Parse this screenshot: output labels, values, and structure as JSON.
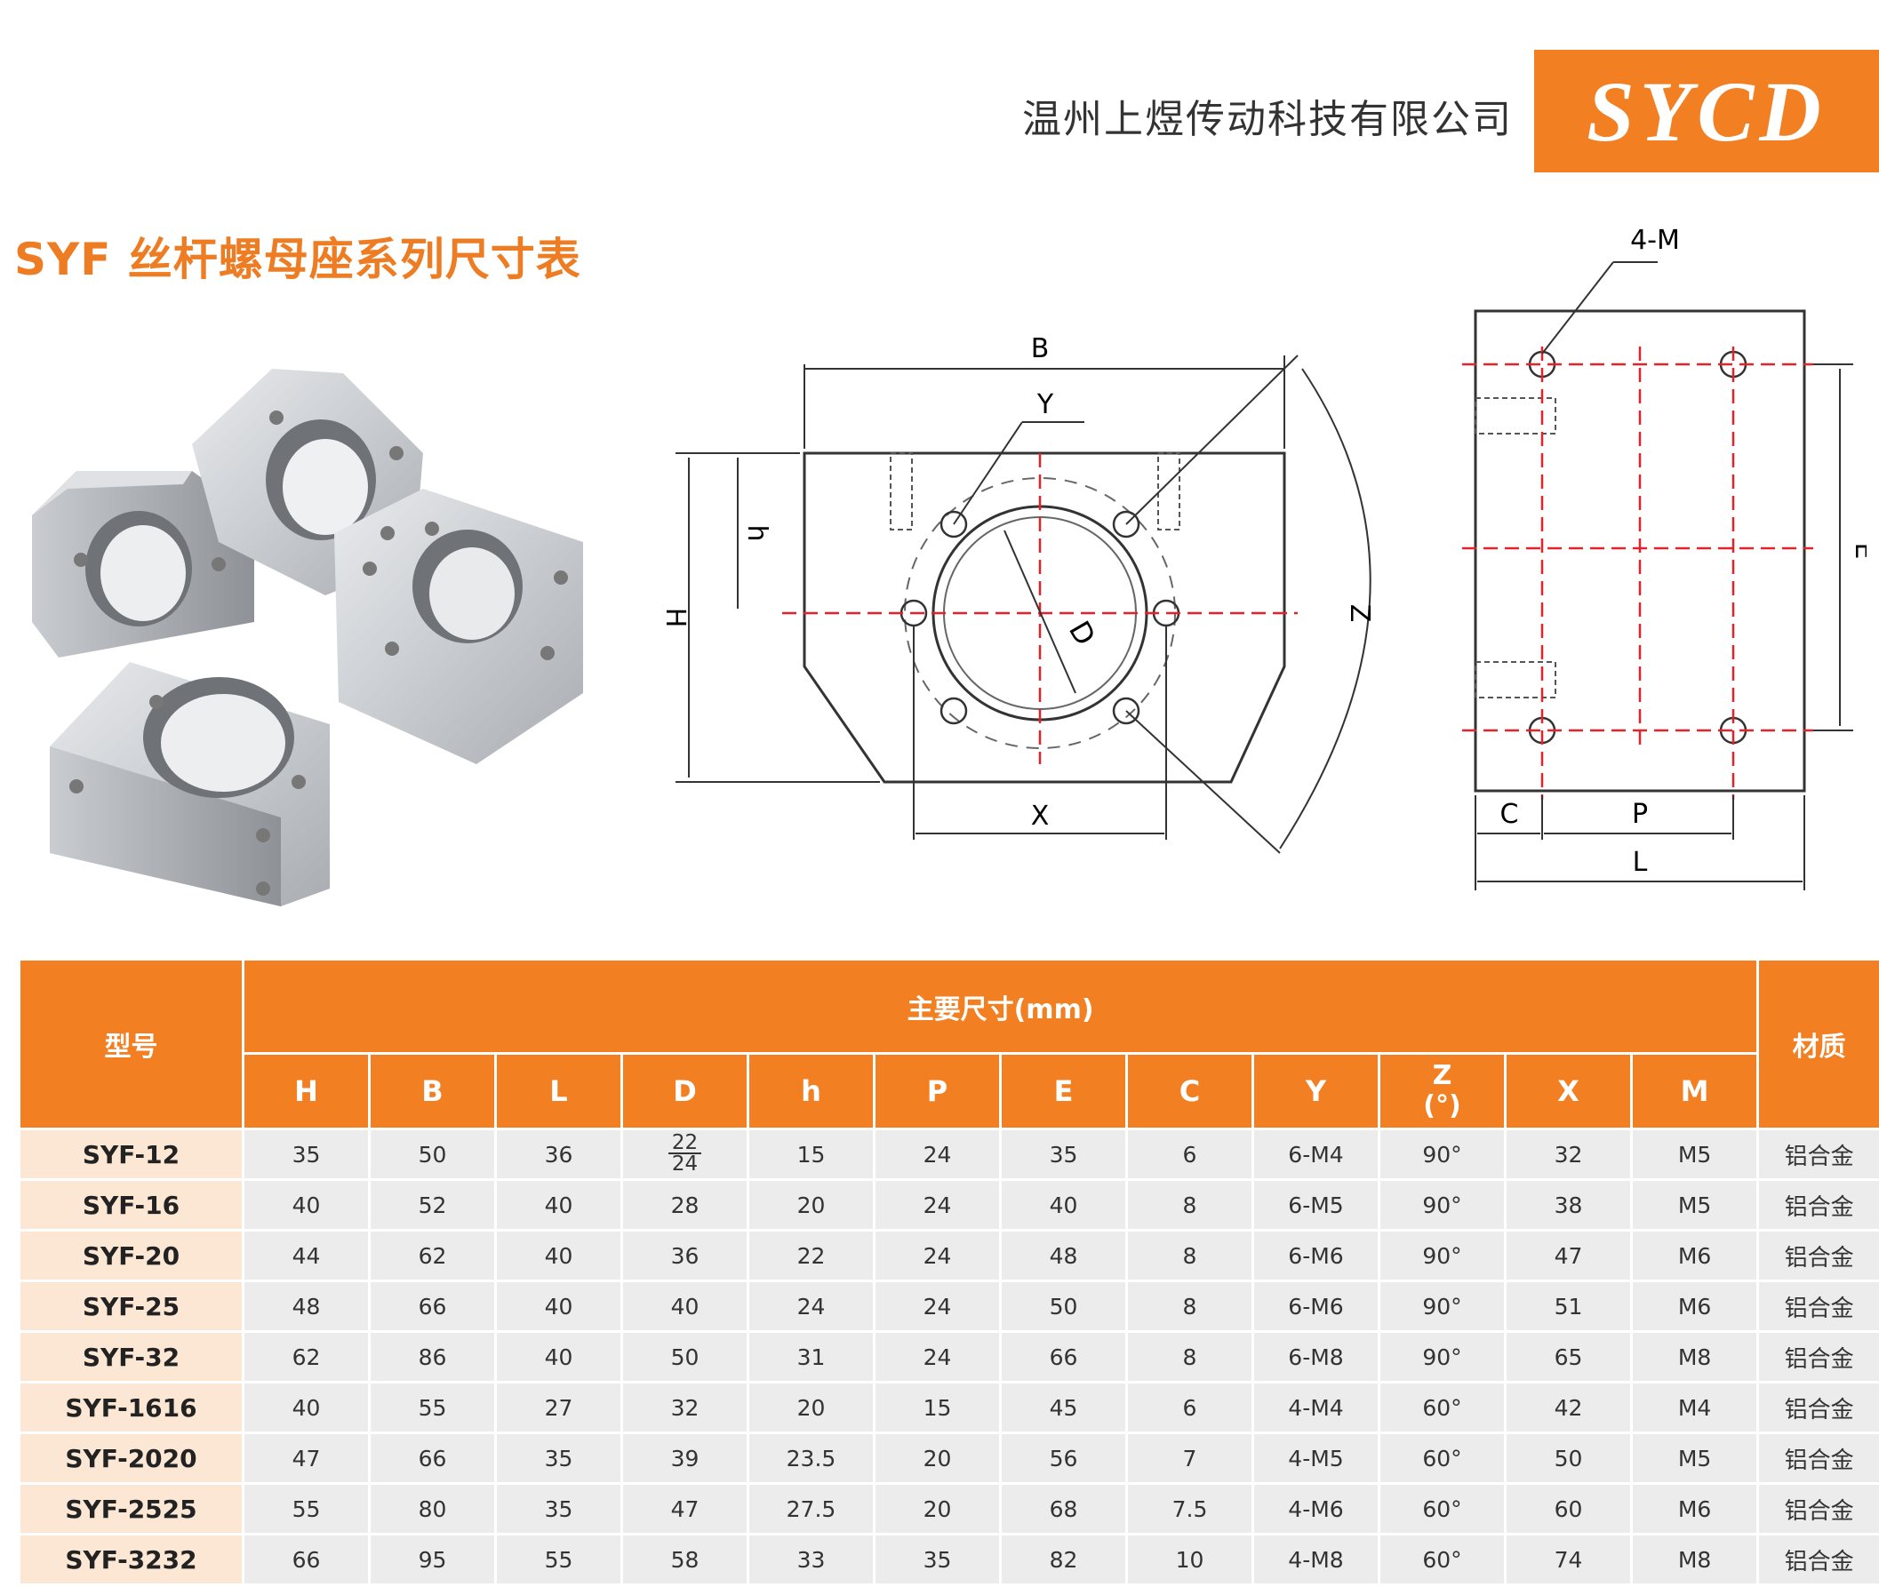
{
  "header": {
    "company": "温州上煜传动科技有限公司",
    "logo_text": "SYCD",
    "brand_color": "#f28023"
  },
  "title": "SYF 丝杆螺母座系列尺寸表",
  "drawing_labels": {
    "front": {
      "B": "B",
      "Y": "Y",
      "h": "h",
      "H": "H",
      "D": "D",
      "Z": "Z",
      "X": "X"
    },
    "side": {
      "M": "4-M",
      "E": "E",
      "C": "C",
      "P": "P",
      "L": "L"
    }
  },
  "table": {
    "model_header": "型号",
    "group_header": "主要尺寸(mm)",
    "material_header": "材质",
    "columns": [
      "H",
      "B",
      "L",
      "D",
      "h",
      "P",
      "E",
      "C",
      "Y",
      "Z",
      "X",
      "M"
    ],
    "z_unit": "(°)",
    "rows": [
      {
        "model": "SYF-12",
        "H": "35",
        "B": "50",
        "L": "36",
        "D_num": "22",
        "D_den": "24",
        "h": "15",
        "P": "24",
        "E": "35",
        "C": "6",
        "Y": "6-M4",
        "Z": "90°",
        "X": "32",
        "M": "M5",
        "mat": "铝合金"
      },
      {
        "model": "SYF-16",
        "H": "40",
        "B": "52",
        "L": "40",
        "D": "28",
        "h": "20",
        "P": "24",
        "E": "40",
        "C": "8",
        "Y": "6-M5",
        "Z": "90°",
        "X": "38",
        "M": "M5",
        "mat": "铝合金"
      },
      {
        "model": "SYF-20",
        "H": "44",
        "B": "62",
        "L": "40",
        "D": "36",
        "h": "22",
        "P": "24",
        "E": "48",
        "C": "8",
        "Y": "6-M6",
        "Z": "90°",
        "X": "47",
        "M": "M6",
        "mat": "铝合金"
      },
      {
        "model": "SYF-25",
        "H": "48",
        "B": "66",
        "L": "40",
        "D": "40",
        "h": "24",
        "P": "24",
        "E": "50",
        "C": "8",
        "Y": "6-M6",
        "Z": "90°",
        "X": "51",
        "M": "M6",
        "mat": "铝合金"
      },
      {
        "model": "SYF-32",
        "H": "62",
        "B": "86",
        "L": "40",
        "D": "50",
        "h": "31",
        "P": "24",
        "E": "66",
        "C": "8",
        "Y": "6-M8",
        "Z": "90°",
        "X": "65",
        "M": "M8",
        "mat": "铝合金"
      },
      {
        "model": "SYF-1616",
        "H": "40",
        "B": "55",
        "L": "27",
        "D": "32",
        "h": "20",
        "P": "15",
        "E": "45",
        "C": "6",
        "Y": "4-M4",
        "Z": "60°",
        "X": "42",
        "M": "M4",
        "mat": "铝合金"
      },
      {
        "model": "SYF-2020",
        "H": "47",
        "B": "66",
        "L": "35",
        "D": "39",
        "h": "23.5",
        "P": "20",
        "E": "56",
        "C": "7",
        "Y": "4-M5",
        "Z": "60°",
        "X": "50",
        "M": "M5",
        "mat": "铝合金"
      },
      {
        "model": "SYF-2525",
        "H": "55",
        "B": "80",
        "L": "35",
        "D": "47",
        "h": "27.5",
        "P": "20",
        "E": "68",
        "C": "7.5",
        "Y": "4-M6",
        "Z": "60°",
        "X": "60",
        "M": "M6",
        "mat": "铝合金"
      },
      {
        "model": "SYF-3232",
        "H": "66",
        "B": "95",
        "L": "55",
        "D": "58",
        "h": "33",
        "P": "35",
        "E": "82",
        "C": "10",
        "Y": "4-M8",
        "Z": "60°",
        "X": "74",
        "M": "M8",
        "mat": "铝合金"
      }
    ]
  }
}
